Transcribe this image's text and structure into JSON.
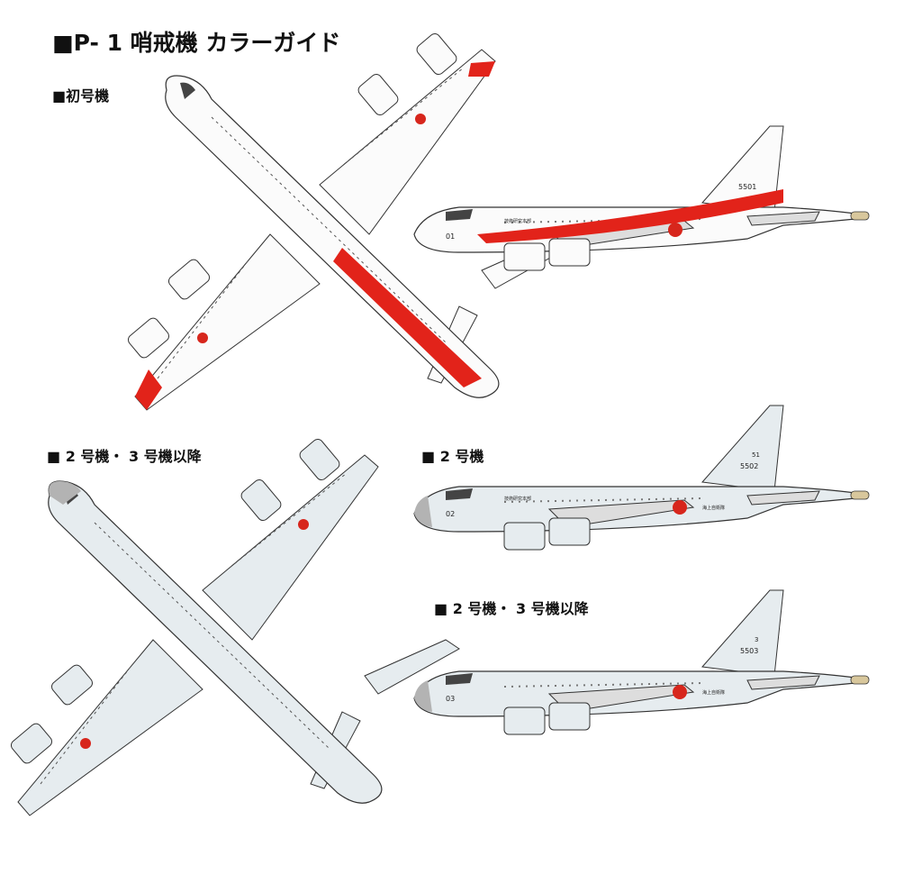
{
  "title": "■P- 1 哨戒機 カラーガイド",
  "sections": {
    "first": "■初号機",
    "later_top": "■ 2 号機・ 3 号機以降",
    "second": "■ 2 号機",
    "later_side": "■ 2 号機・ 3 号機以降"
  },
  "aircraft": {
    "side1": {
      "code": "01",
      "tail": "5501",
      "badge": "技術研究本部"
    },
    "side2": {
      "code": "02",
      "tail": "5502",
      "fin": "51",
      "badge": "技術研究本部",
      "rear": "海上自衛隊"
    },
    "side3": {
      "code": "03",
      "tail": "5503",
      "fin": "3",
      "rear": "海上自衛隊"
    }
  },
  "colors": {
    "white_scheme": "#fbfbfb",
    "gray_scheme": "#e6ecef",
    "red": "#e2231a",
    "hinomaru": "#d7261c",
    "radome": "#b3b3b3",
    "tailcone": "#d8c79c"
  }
}
